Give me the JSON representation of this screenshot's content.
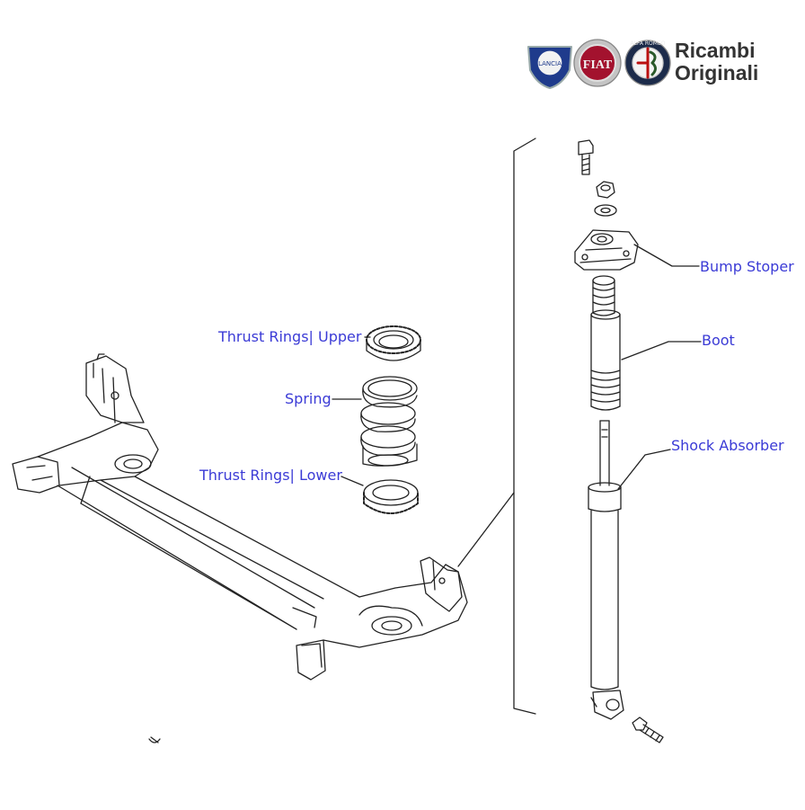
{
  "colors": {
    "label": "#3b3bd6",
    "line": "#222222",
    "brand_text": "#333333",
    "lancia": "#1f3b8c",
    "fiat": "#a3122e",
    "alfa": "#2a5a2a"
  },
  "header": {
    "brand_line1": "Ricambi",
    "brand_line2": "Originali",
    "logos": [
      {
        "icon": "lancia-logo-icon",
        "text": "LANCIA"
      },
      {
        "icon": "fiat-logo-icon",
        "text": "FIAT"
      },
      {
        "icon": "alfa-romeo-logo-icon",
        "text": "ALFA ROMEO"
      }
    ]
  },
  "labels": {
    "thrust_upper": "Thrust Rings|  Upper",
    "spring": "Spring",
    "thrust_lower": "Thrust Rings|  Lower",
    "bump_stopper": "Bump Stoper",
    "boot": "Boot",
    "shock_absorber": "Shock Absorber"
  }
}
